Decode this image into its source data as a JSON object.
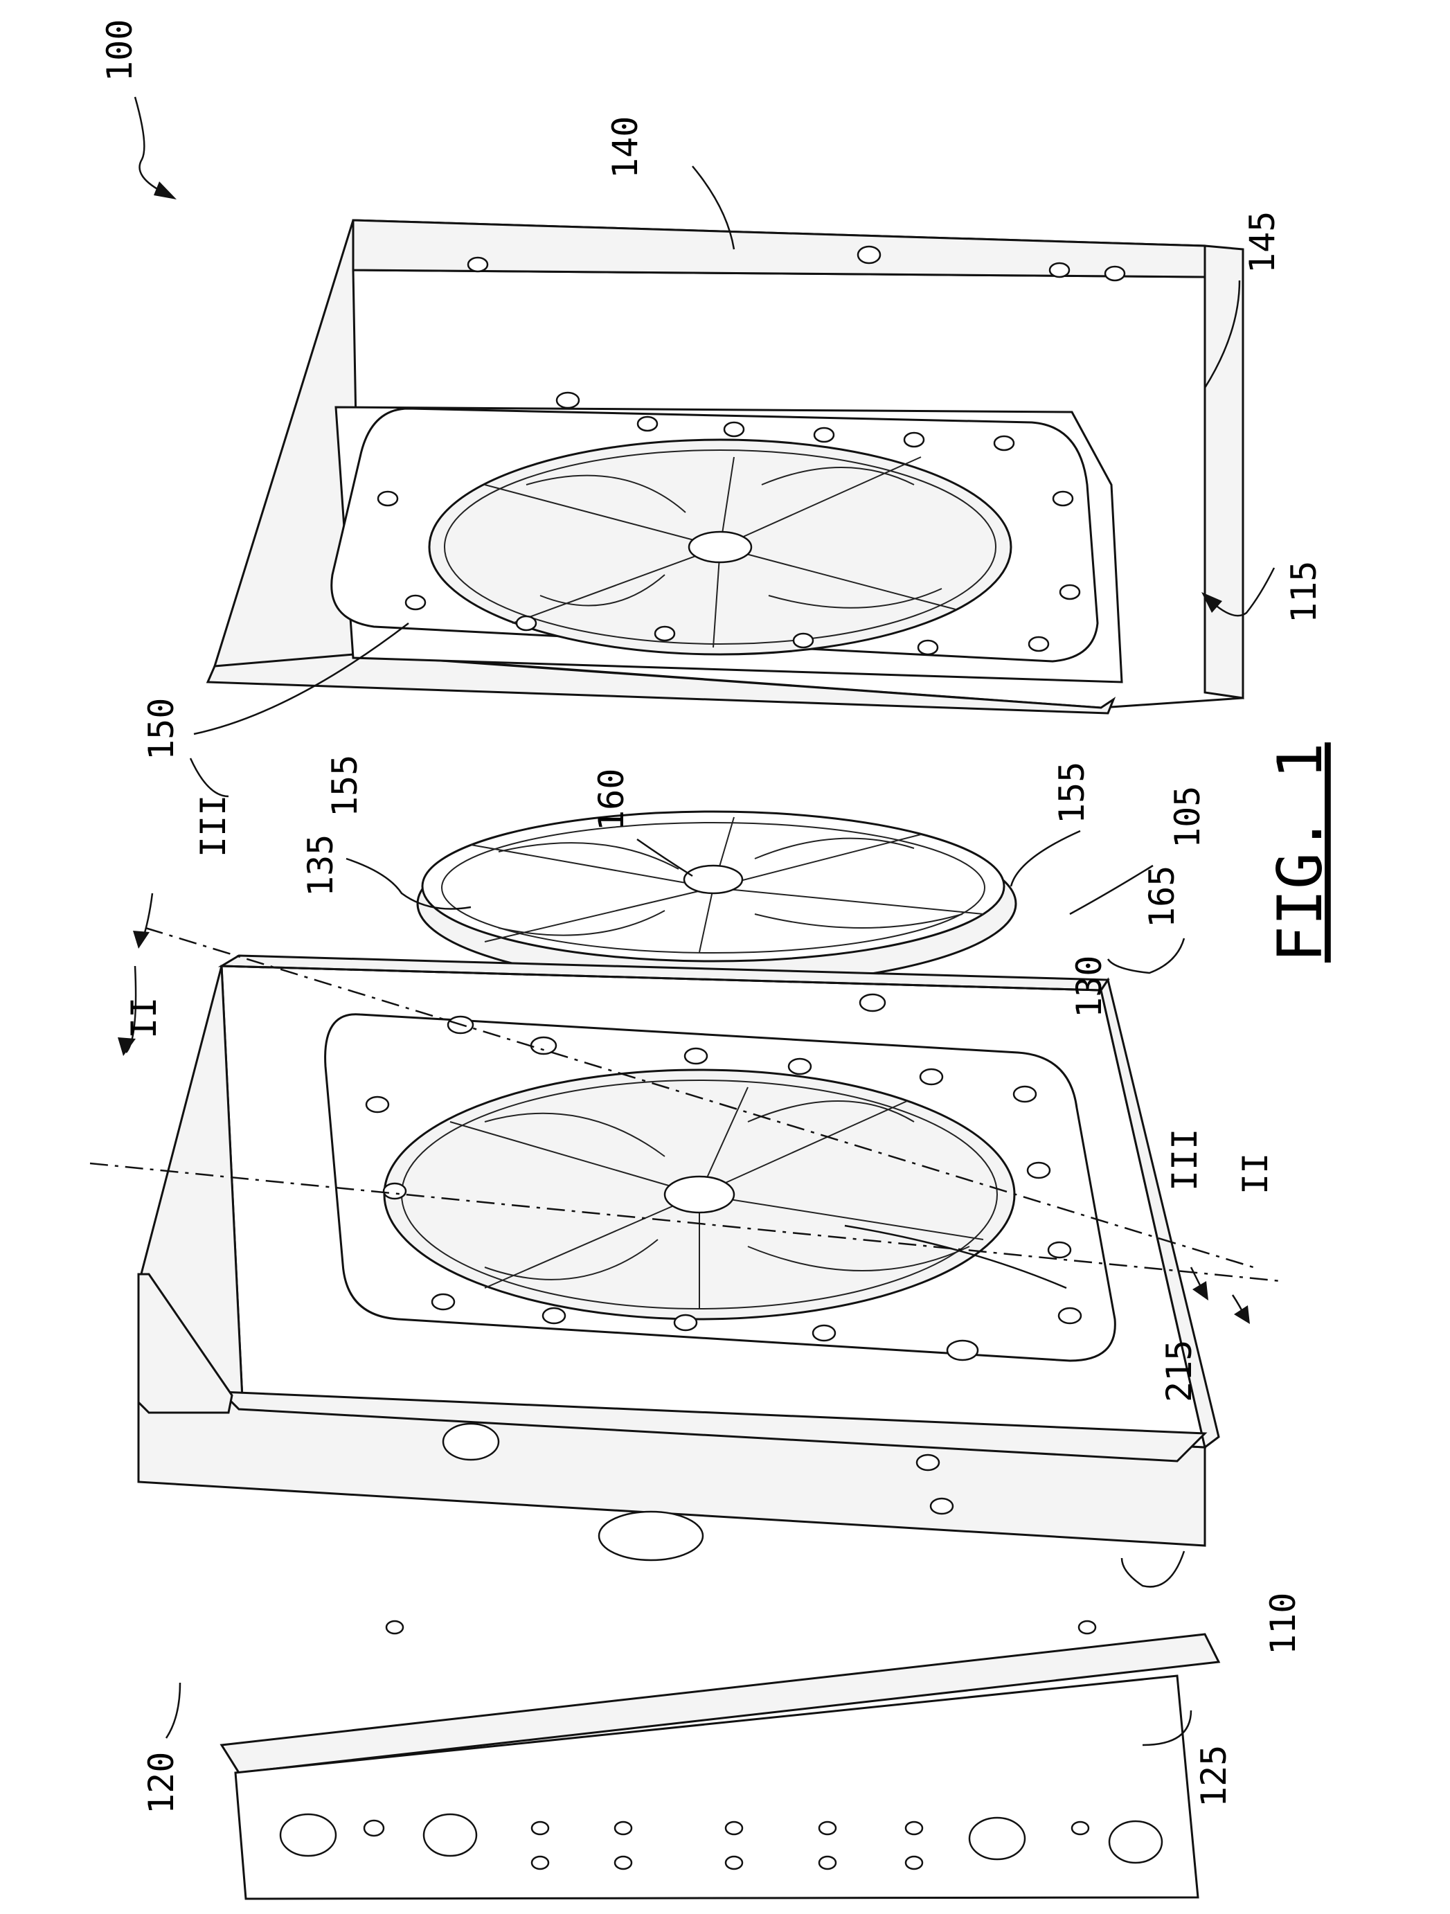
{
  "figure": {
    "title": "FIG. 1",
    "labels": {
      "r100": "100",
      "r105": "105",
      "r110": "110",
      "r115": "115",
      "r120": "120",
      "r125": "125",
      "r130": "130",
      "r135": "135",
      "r140": "140",
      "r145": "145",
      "r150": "150",
      "r155a": "155",
      "r155b": "155",
      "r160": "160",
      "r165": "165",
      "r215": "215",
      "sec2_top": "II",
      "sec2_bottom": "II",
      "sec3_top": "III",
      "sec3_bottom": "III"
    }
  }
}
